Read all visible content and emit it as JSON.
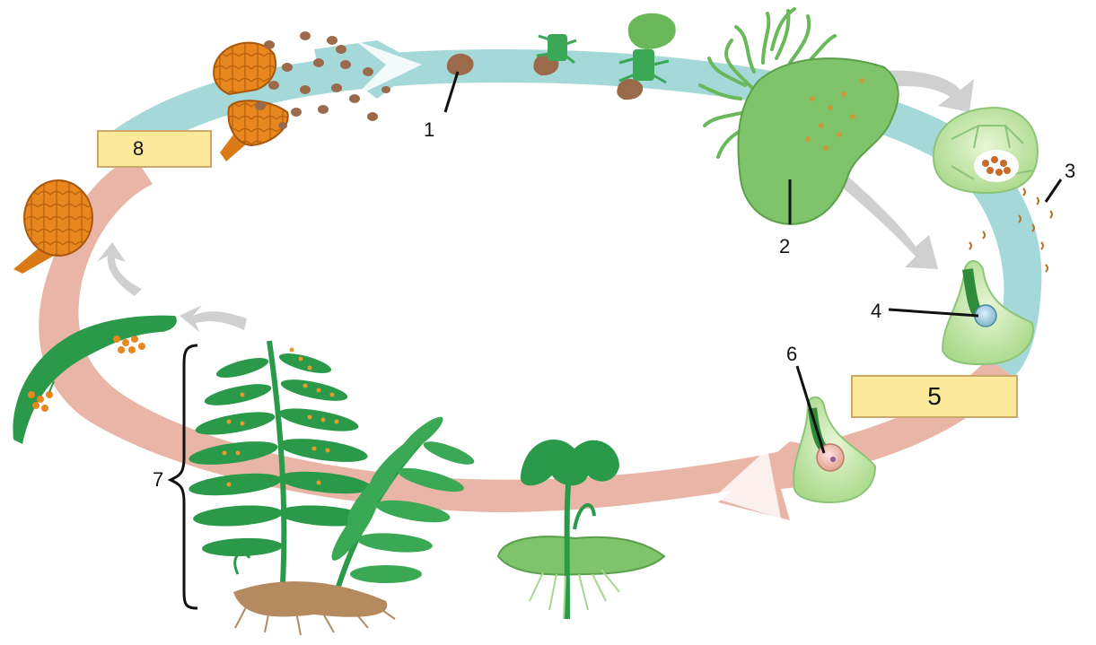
{
  "labels": {
    "l1": "1",
    "l2": "2",
    "l3": "3",
    "l4": "4",
    "l5": "5",
    "l6": "6",
    "l7": "7",
    "l8": "8"
  },
  "colors": {
    "haploid_band": "#a5d9d9",
    "diploid_band": "#e9b5a6",
    "label_box_fill": "#fde99a",
    "label_box_border": "#c9a86a",
    "gray_arrow": "#d3d3d3",
    "sporangium": "#e8871e",
    "spore": "#9a6a4a",
    "leaf_dark": "#2a9a4a",
    "leaf_light": "#7fc36a",
    "rhizome": "#b58a5e"
  }
}
